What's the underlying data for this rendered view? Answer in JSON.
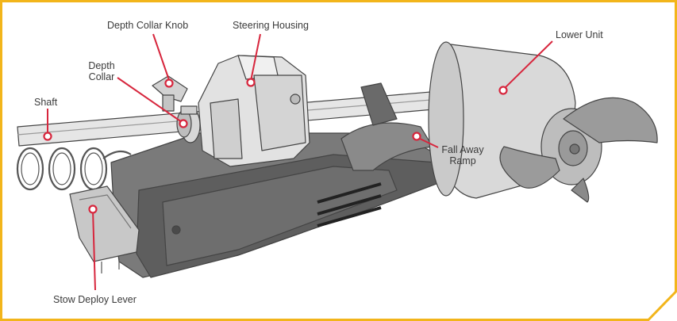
{
  "labels": {
    "depth_collar_knob": "Depth Collar Knob",
    "steering_housing": "Steering Housing",
    "lower_unit": "Lower Unit",
    "depth_collar_line1": "Depth",
    "depth_collar_line2": "Collar",
    "shaft": "Shaft",
    "fall_away_ramp_line1": "Fall Away",
    "fall_away_ramp_line2": "Ramp",
    "stow_deploy_lever": "Stow Deploy Lever"
  },
  "colors": {
    "border": "#f2b51b",
    "callout": "#d7263d",
    "text": "#3a3a3a",
    "part_light": "#dcdcdc",
    "part_mid": "#a9a9a9",
    "part_dark": "#5a5a5a",
    "outline": "#444444"
  }
}
